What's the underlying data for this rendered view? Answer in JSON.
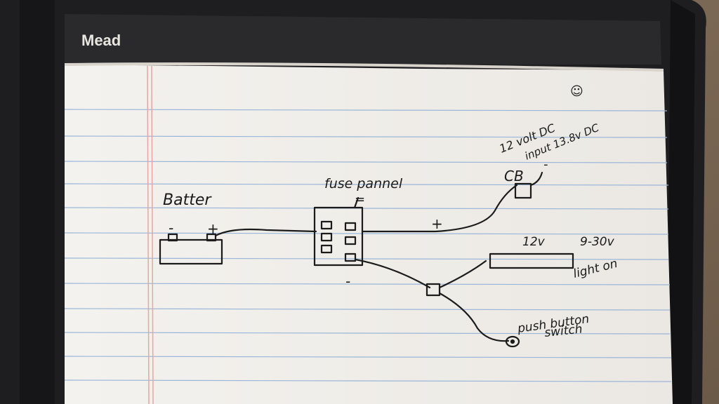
{
  "brand": "Mead",
  "notes": {
    "battery_label": "Batter",
    "battery_negative": "-",
    "battery_positive": "+",
    "fuse_panel_label": "fuse pannel",
    "fuse_panel_symbol": "=",
    "positive_wire_label": "+",
    "negative_wire_label": "-",
    "cb_label": "CB",
    "cb_negative": "-",
    "cb_rating_line1": "12 volt DC",
    "cb_rating_line2": "input 13.8v DC",
    "smiley": "☺",
    "light_voltage": "12v",
    "light_rating": "9-30v",
    "light_label": "light on",
    "switch_label_line1": "push button",
    "switch_label_line2": "switch"
  }
}
